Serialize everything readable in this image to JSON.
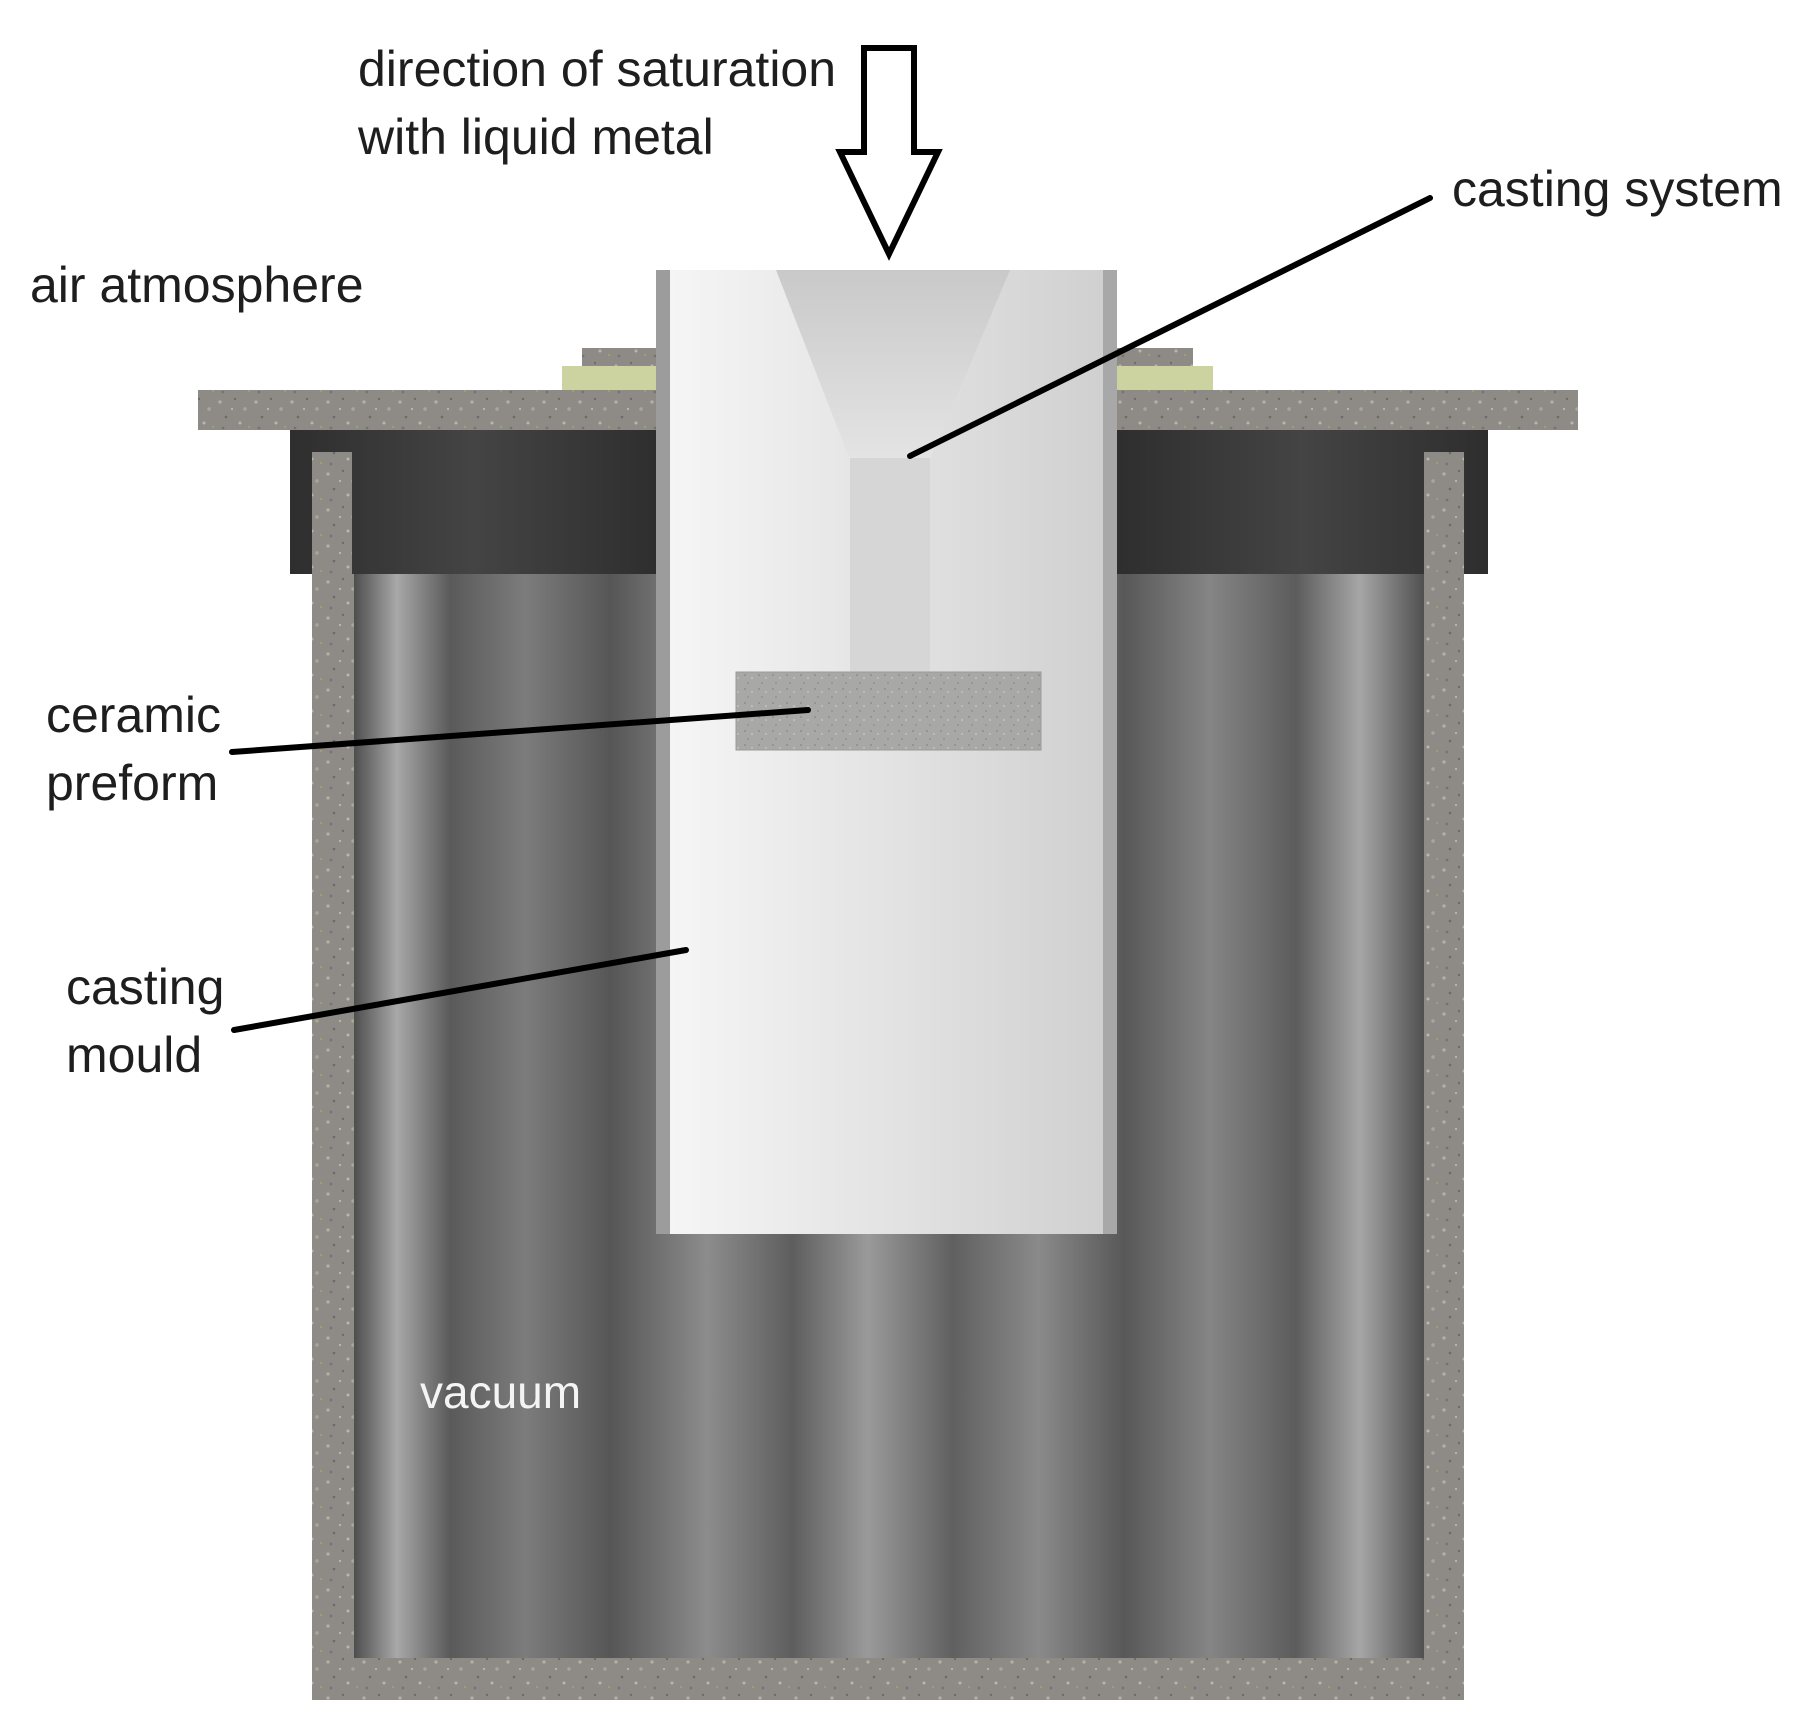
{
  "labels": {
    "direction_line1": "direction of saturation",
    "direction_line2": "with liquid metal",
    "casting_system": "casting system",
    "air_atmosphere": "air atmosphere",
    "ceramic_line1": "ceramic",
    "ceramic_line2": "preform",
    "casting_line1": "casting",
    "casting_line2": "mould",
    "vacuum": "vacuum"
  },
  "colors": {
    "concrete": "#8f8c86",
    "seal_dark": "#3a3a3a",
    "chamber_dark": "#4d4d4d",
    "chamber_light": "#a0a0a0",
    "mould": "#e8e8e8",
    "gasket": "#cdd3a0",
    "leader_line": "#000000"
  }
}
